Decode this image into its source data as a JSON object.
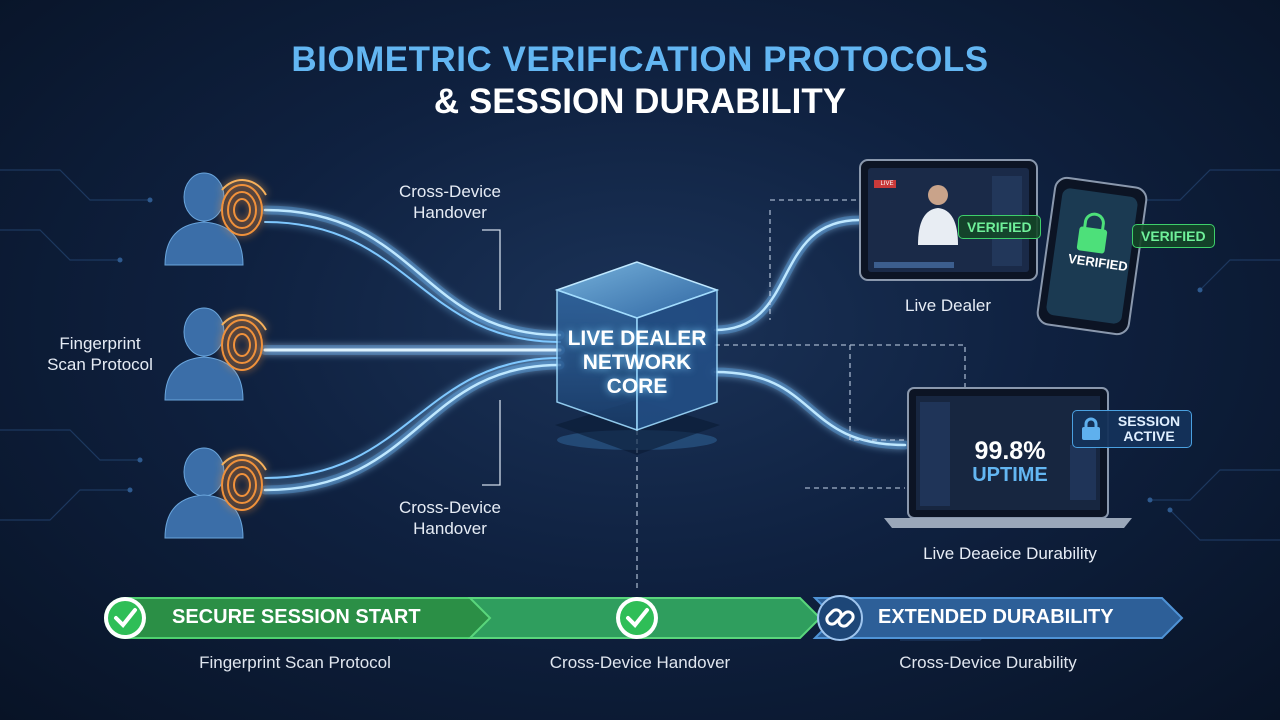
{
  "title": {
    "line1": "BIOMETRIC VERIFICATION PROTOCOLS",
    "line2": "& SESSION DURABILITY"
  },
  "left": {
    "fingerprint_label": "Fingerprint\nScan Protocol",
    "handover_top": "Cross-Device\nHandover",
    "handover_bottom": "Cross-Device\nHandover"
  },
  "core": {
    "label": "LIVE DEALER\nNETWORK\nCORE"
  },
  "devices": {
    "tablet_badge": "VERIFIED",
    "tablet_rec": "LIVE",
    "phone_screen_text": "VERIFIED",
    "phone_badge": "VERIFIED",
    "live_dealer_label": "Live Dealer",
    "laptop_value": "99.8%",
    "laptop_uptime": "UPTIME",
    "session_badge": "SESSION\nACTIVE",
    "durability_label": "Live Deaeice Durability"
  },
  "progress": {
    "step1": "SECURE SESSION START",
    "step3": "EXTENDED DURABILITY",
    "label1": "Fingerprint Scan Protocol",
    "label2": "Cross-Device Handover",
    "label3": "Cross-Device Durability"
  },
  "icons": {
    "user": "user-silhouette-icon",
    "fingerprint": "fingerprint-icon",
    "lock": "lock-icon",
    "check": "check-icon",
    "link": "link-icon"
  },
  "colors": {
    "accent_blue": "#63b6f2",
    "verified_green": "#3ecf6a",
    "bar_blue": "#2d5f98",
    "glow": "#7fd0ff"
  }
}
